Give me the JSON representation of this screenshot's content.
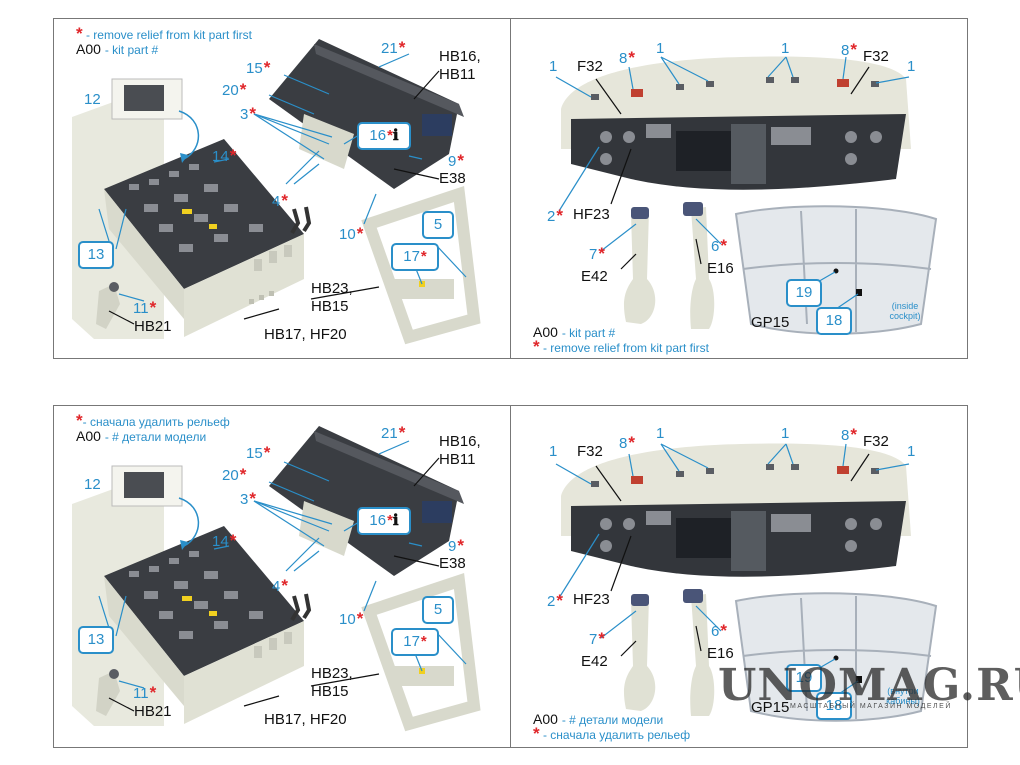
{
  "top_left": {
    "legend_star": "*",
    "legend_star_text": "- remove relief from kit part first",
    "legend_part_code": "A00",
    "legend_part_text": "- kit part #",
    "labels": {
      "n12": "12",
      "n13": "13",
      "n14": "14",
      "n15": "15",
      "n20": "20",
      "n3": "3",
      "n21": "21",
      "n16": "16",
      "n4": "4",
      "n9": "9",
      "n10": "10",
      "n5": "5",
      "n17": "17",
      "n11": "11",
      "hb16": "HB16,",
      "hb11": "HB11",
      "e38": "E38",
      "hb23": "HB23,",
      "hb15": "HB15",
      "hb17": "HB17, HF20",
      "hb21": "HB21"
    }
  },
  "top_right": {
    "labels": {
      "n1a": "1",
      "f32a": "F32",
      "n8a": "8",
      "n1b": "1",
      "n1c": "1",
      "n8b": "8",
      "f32b": "F32",
      "n1d": "1",
      "n2": "2",
      "hf23": "HF23",
      "n7": "7",
      "e42": "E42",
      "n6": "6",
      "e16": "E16",
      "n19": "19",
      "n18": "18",
      "gp15": "GP15",
      "inside": "(inside",
      "cockpit": "cockpit)"
    },
    "legend_part_code": "A00",
    "legend_part_text": "- kit part #",
    "legend_star": "*",
    "legend_star_text": "- remove relief from kit part first"
  },
  "bottom_left": {
    "legend_star": "*",
    "legend_star_text": "- сначала удалить рельеф",
    "legend_part_code": "A00",
    "legend_part_text": "- # детали модели",
    "labels": {
      "n12": "12",
      "n13": "13",
      "n14": "14",
      "n15": "15",
      "n20": "20",
      "n3": "3",
      "n21": "21",
      "n16": "16",
      "n4": "4",
      "n9": "9",
      "n10": "10",
      "n5": "5",
      "n17": "17",
      "n11": "11",
      "hb16": "HB16,",
      "hb11": "HB11",
      "e38": "E38",
      "hb23": "HB23,",
      "hb15": "HB15",
      "hb17": "HB17, HF20",
      "hb21": "HB21"
    }
  },
  "bottom_right": {
    "labels": {
      "n1a": "1",
      "f32a": "F32",
      "n8a": "8",
      "n1b": "1",
      "n1c": "1",
      "n8b": "8",
      "f32b": "F32",
      "n1d": "1",
      "n2": "2",
      "hf23": "HF23",
      "n7": "7",
      "e42": "E42",
      "n6": "6",
      "e16": "E16",
      "n19": "19",
      "n18": "18",
      "gp15": "GP15",
      "inside": "(внутри",
      "cockpit": "кабины)"
    },
    "legend_part_code": "A00",
    "legend_part_text": "- # детали модели",
    "legend_star": "*",
    "legend_star_text": "- сначала удалить рельеф"
  },
  "watermark": {
    "brand": "UNOMAG.RU",
    "tagline": "МАСШТАБНЫЙ МАГАЗИН МОДЕЛЕЙ"
  },
  "colors": {
    "callout_blue": "#2a8fc9",
    "star_red": "#e0262a",
    "resin_beige": "#e3e4d7",
    "panel_dark": "#3a3d42"
  }
}
